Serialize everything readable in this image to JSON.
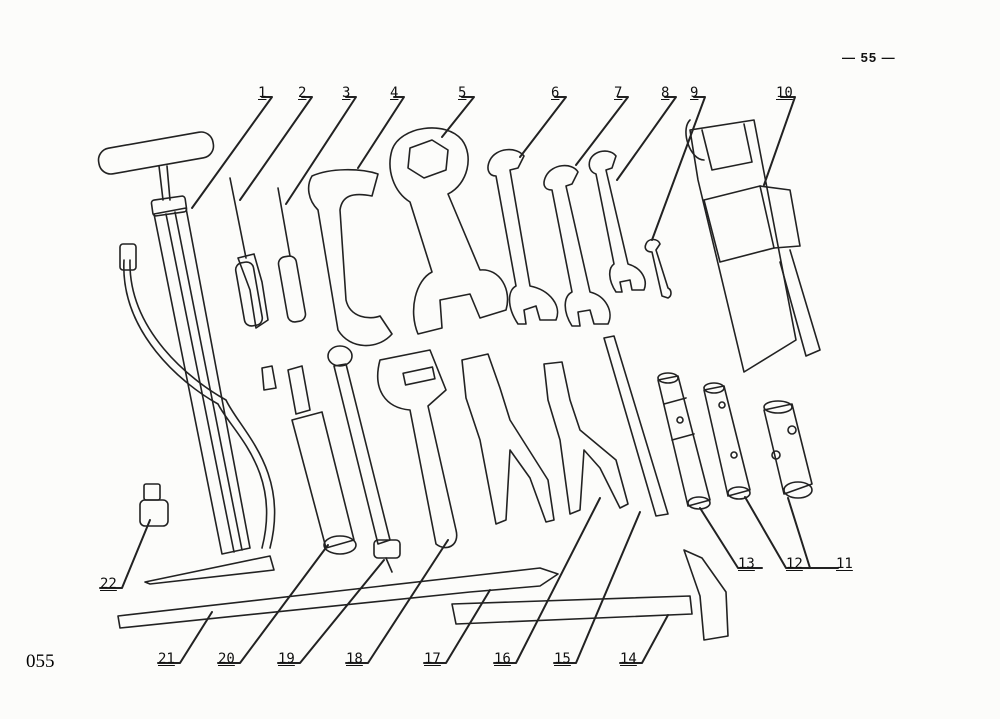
{
  "page_number": "— 55 —",
  "file_number": "055",
  "callouts": [
    "1",
    "2",
    "3",
    "4",
    "5",
    "6",
    "7",
    "8",
    "9",
    "10",
    "11",
    "12",
    "13",
    "14",
    "15",
    "16",
    "17",
    "18",
    "19",
    "20",
    "21",
    "22"
  ]
}
